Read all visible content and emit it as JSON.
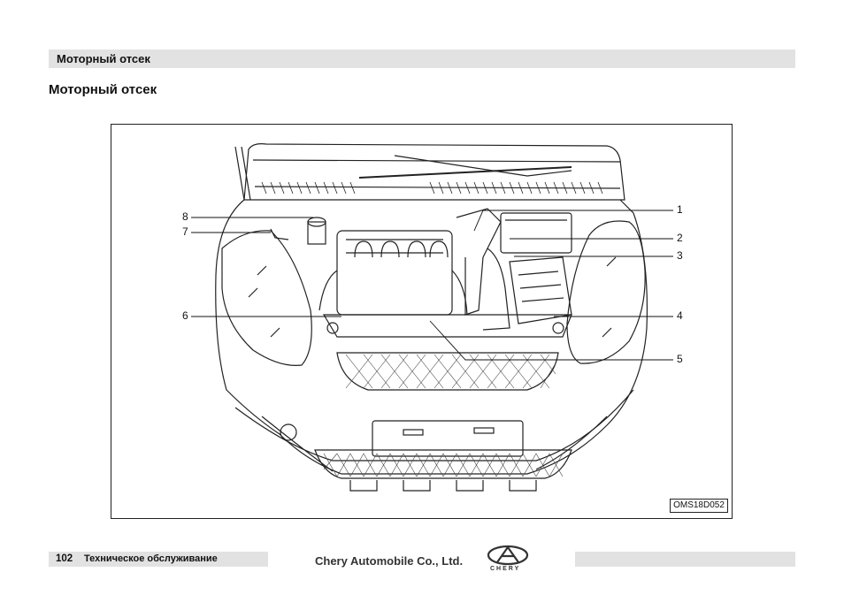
{
  "header": {
    "title": "Моторный отсек"
  },
  "section": {
    "title": "Моторный отсек"
  },
  "figure": {
    "callouts": [
      "1",
      "2",
      "3",
      "4",
      "5",
      "6",
      "7",
      "8"
    ],
    "code": "OMS18D052"
  },
  "footer": {
    "page_number": "102",
    "section_name": "Техническое обслуживание",
    "company": "Chery Automobile Co., Ltd.",
    "logo_text": "CHERY"
  }
}
